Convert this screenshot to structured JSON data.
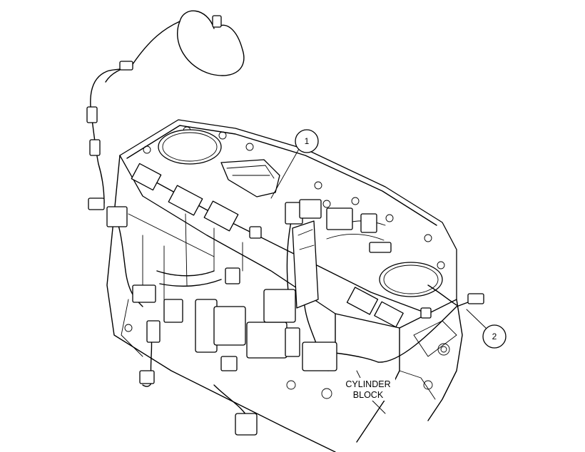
{
  "callouts": [
    {
      "number": "1"
    },
    {
      "number": "2"
    }
  ],
  "label": {
    "line1": "CYLINDER",
    "line2": "BLOCK"
  }
}
